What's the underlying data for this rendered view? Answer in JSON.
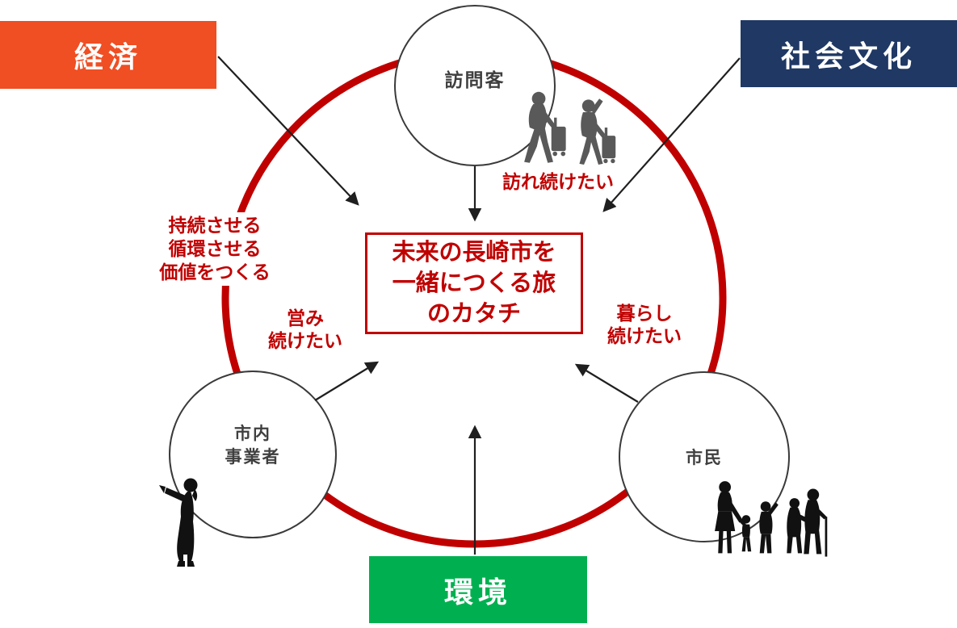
{
  "colors": {
    "economy_box": "#F04E23",
    "social_culture_box": "#1F3864",
    "environment_box": "#00B050",
    "ring_red": "#C00000",
    "accent_text_red": "#C00000",
    "circle_outline": "#3A3A3A",
    "arrow_black": "#1F1F1F",
    "label_gray": "#3F3F3F",
    "silhouette_gray": "#595959",
    "silhouette_black": "#111111"
  },
  "pillars": {
    "economy": "経済",
    "social_culture": "社会文化",
    "environment": "環境"
  },
  "center_message": {
    "line1": "未来の長崎市を",
    "line2": "一緒につくる旅",
    "line3": "のカタチ"
  },
  "ring_goals": {
    "line1": "持続させる",
    "line2": "循環させる",
    "line3": "価値をつくる"
  },
  "stakeholders": {
    "visitors": {
      "label": "訪問客",
      "wish": "訪れ続けたい"
    },
    "local_businesses": {
      "label_line1": "市内",
      "label_line2": "事業者",
      "wish_line1": "営み",
      "wish_line2": "続けたい"
    },
    "citizens": {
      "label": "市民",
      "wish_line1": "暮らし",
      "wish_line2": "続けたい"
    }
  },
  "icons": {
    "travelers": "travelers-with-luggage-silhouette",
    "business_woman": "presenting-woman-silhouette",
    "family": "family-and-elderly-couple-silhouette"
  }
}
